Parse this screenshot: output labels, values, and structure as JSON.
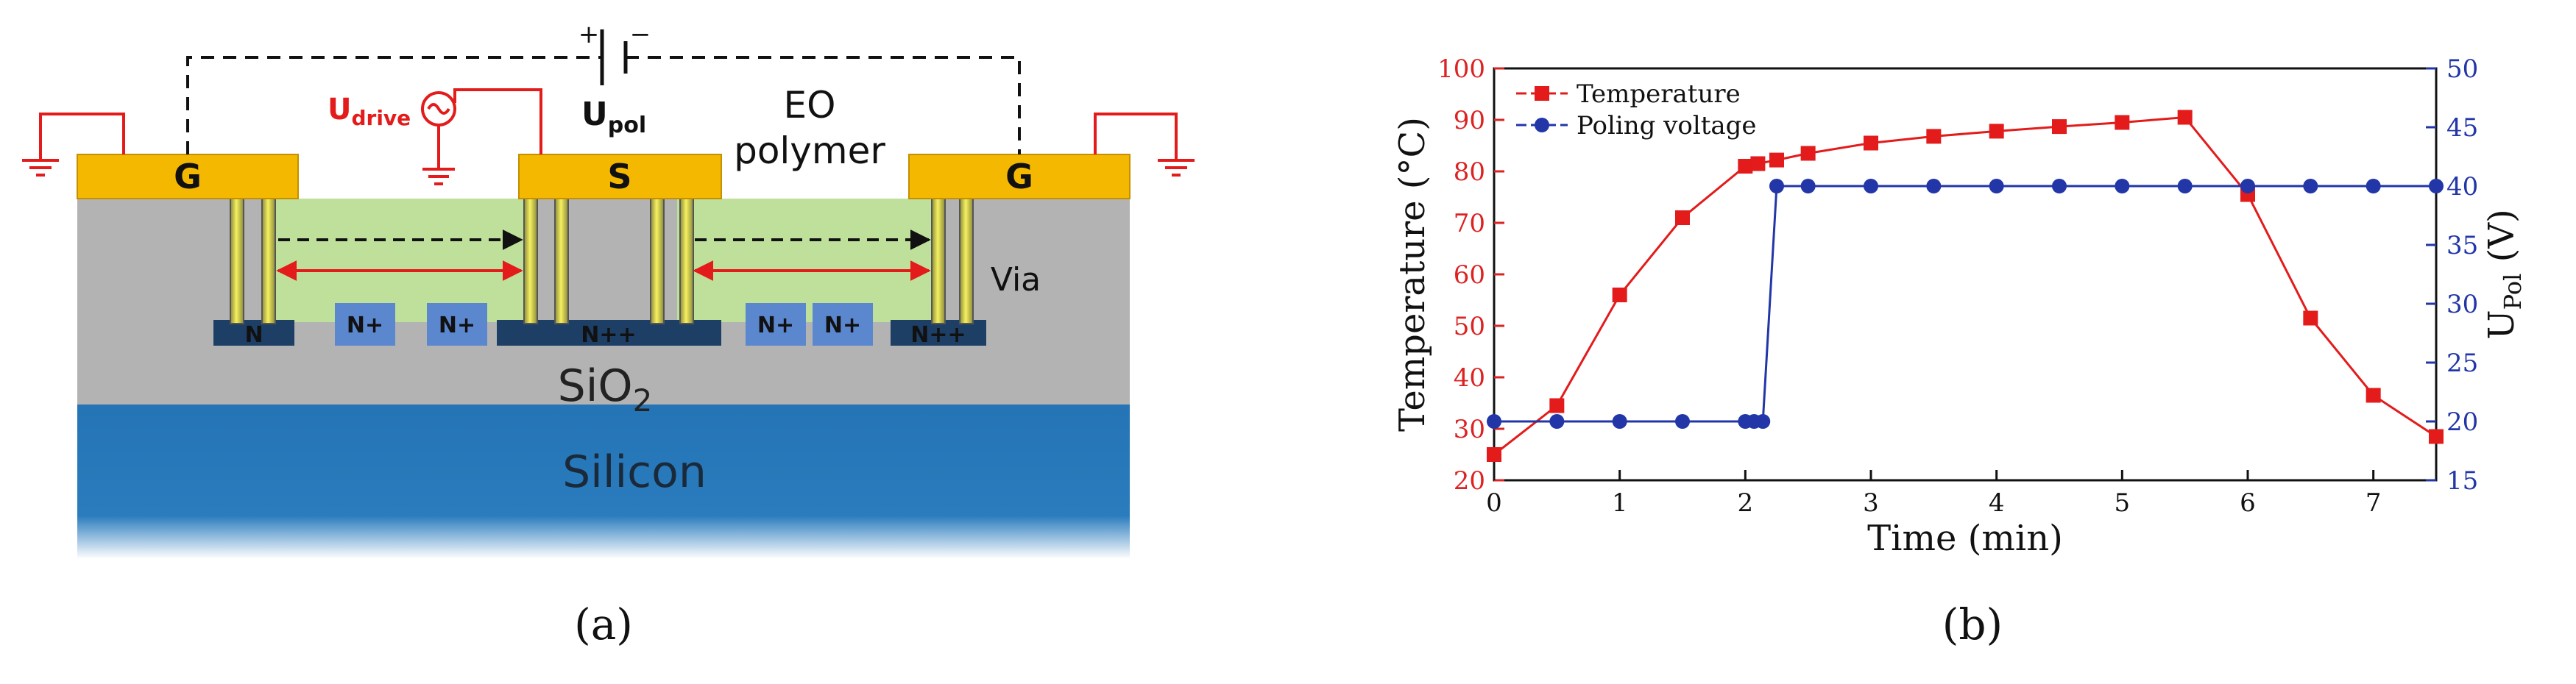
{
  "panel_a": {
    "caption": "(a)",
    "electrodes": {
      "ground_left": "G",
      "signal": "S",
      "ground_right": "G"
    },
    "drive_label": {
      "main": "U",
      "sub": "drive"
    },
    "pol_label": {
      "main": "U",
      "sub": "pol"
    },
    "battery_signs": {
      "plus": "+",
      "minus": "−"
    },
    "eo_label": {
      "line1": "EO",
      "line2": "polymer"
    },
    "via_label": "Via",
    "sio2_label": {
      "main": "SiO",
      "sub": "2"
    },
    "silicon_label": "Silicon",
    "doping": {
      "n_left": "N",
      "n1": "N+",
      "n2": "N+",
      "npp_center": "N++",
      "n3": "N+",
      "n4": "N+",
      "npp_right": "N++"
    },
    "colors": {
      "electrode": "#f5b800",
      "polymer": "#bfe09a",
      "oxide": "#b3b3b3",
      "silicon": "#2474b6",
      "n_plus": "#5b87cf",
      "n_pp": "#1d3f66",
      "drive": "#e31b1b"
    }
  },
  "panel_b": {
    "caption": "(b)",
    "chart_data": {
      "type": "line",
      "x": {
        "label": "Time (min)",
        "range": [
          0,
          7.5
        ],
        "ticks": [
          0,
          1,
          2,
          3,
          4,
          5,
          6,
          7
        ]
      },
      "y_left": {
        "label": "Temperature (°C)",
        "range": [
          20,
          100
        ],
        "ticks": [
          20,
          30,
          40,
          50,
          60,
          70,
          80,
          90,
          100
        ]
      },
      "y_right": {
        "label": {
          "main": "U",
          "sub": "Pol",
          "suffix": " (V)"
        },
        "range": [
          15,
          50
        ],
        "ticks": [
          15,
          20,
          25,
          30,
          35,
          40,
          45,
          50
        ]
      },
      "series": [
        {
          "name": "Temperature",
          "axis": "left",
          "marker": "square",
          "color": "#e31b1b",
          "x": [
            0,
            0.5,
            1,
            1.5,
            2,
            2.1,
            2.25,
            2.5,
            3,
            3.5,
            4,
            4.5,
            5,
            5.5,
            6,
            6.5,
            7,
            7.5
          ],
          "y": [
            25,
            34.5,
            56,
            71,
            81,
            81.5,
            82.2,
            83.5,
            85.5,
            86.8,
            87.8,
            88.7,
            89.5,
            90.5,
            75.5,
            51.5,
            36.5,
            28.5
          ]
        },
        {
          "name": "Poling voltage",
          "axis": "right",
          "marker": "circle",
          "color": "#2236a8",
          "x": [
            0,
            0.5,
            1,
            1.5,
            2,
            2.07,
            2.14,
            2.25,
            2.5,
            3,
            3.5,
            4,
            4.5,
            5,
            5.5,
            6,
            6.5,
            7,
            7.5
          ],
          "y": [
            20,
            20,
            20,
            20,
            20,
            20,
            20,
            40,
            40,
            40,
            40,
            40,
            40,
            40,
            40,
            40,
            40,
            40,
            40
          ]
        }
      ],
      "legend": "top-left",
      "grid": false
    }
  }
}
